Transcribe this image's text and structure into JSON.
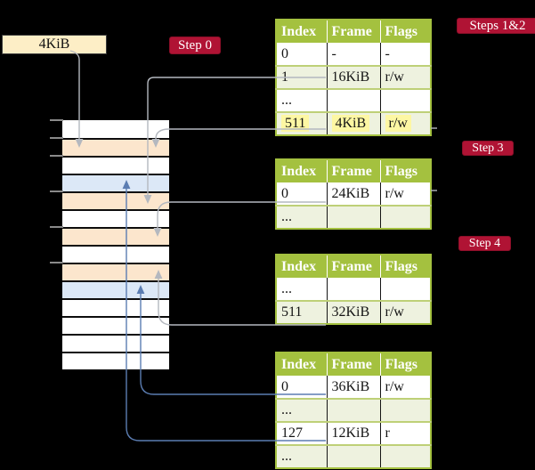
{
  "colors": {
    "background": "#000000",
    "table_header_bg": "#a4c13f",
    "table_header_text": "#ffffff",
    "table_row_bg": "#ffffff",
    "table_row_alt_bg": "#eef2df",
    "table_border_green": "#a4c13f",
    "table_row_divider_green": "#bed077",
    "highlight_yellow": "#fdf7a3",
    "badge_crimson": "#b01334",
    "badge_text": "#ffffff",
    "legend_box_wheat": "#fdeec6",
    "frame_peach": "#fce6cd",
    "frame_blue": "#dce8f7",
    "frame_white": "#ffffff",
    "arrow_gray": "#b4b8bf",
    "arrow_blue": "#5b7db2",
    "tick_gray": "#8a8a8a"
  },
  "legend_box": {
    "label": "4KiB"
  },
  "badges": {
    "step0": "Step 0",
    "steps12": "Steps 1&2",
    "step3": "Step 3",
    "step4": "Step 4"
  },
  "memory": {
    "description": "physical memory strip of 4KiB frames",
    "rows": [
      "white",
      "peach",
      "white",
      "blue",
      "peach",
      "white",
      "peach",
      "white",
      "peach",
      "blue",
      "white",
      "white",
      "white",
      "white"
    ],
    "tick_count": 6
  },
  "page_tables": [
    {
      "columns": [
        "Index",
        "Frame",
        "Flags"
      ],
      "rows": [
        {
          "cells": [
            "0",
            "-",
            "-"
          ],
          "shade": "plain",
          "highlight": false
        },
        {
          "cells": [
            "1",
            "16KiB",
            "r/w"
          ],
          "shade": "alt",
          "highlight": false
        },
        {
          "cells": [
            "...",
            "",
            ""
          ],
          "shade": "plain",
          "highlight": false
        },
        {
          "cells": [
            "511",
            "4KiB",
            "r/w"
          ],
          "shade": "alt",
          "highlight": true
        }
      ]
    },
    {
      "columns": [
        "Index",
        "Frame",
        "Flags"
      ],
      "rows": [
        {
          "cells": [
            "0",
            "24KiB",
            "r/w"
          ],
          "shade": "plain",
          "highlight": false
        },
        {
          "cells": [
            "...",
            "",
            ""
          ],
          "shade": "alt",
          "highlight": false
        }
      ]
    },
    {
      "columns": [
        "Index",
        "Frame",
        "Flags"
      ],
      "rows": [
        {
          "cells": [
            "...",
            "",
            ""
          ],
          "shade": "plain",
          "highlight": false
        },
        {
          "cells": [
            "511",
            "32KiB",
            "r/w"
          ],
          "shade": "alt",
          "highlight": false
        }
      ]
    },
    {
      "columns": [
        "Index",
        "Frame",
        "Flags"
      ],
      "rows": [
        {
          "cells": [
            "0",
            "36KiB",
            "r/w"
          ],
          "shade": "plain",
          "highlight": false
        },
        {
          "cells": [
            "...",
            "",
            ""
          ],
          "shade": "alt",
          "highlight": false
        },
        {
          "cells": [
            "127",
            "12KiB",
            "r"
          ],
          "shade": "plain",
          "highlight": false
        },
        {
          "cells": [
            "...",
            "",
            ""
          ],
          "shade": "alt",
          "highlight": false
        }
      ]
    }
  ],
  "arrows": [
    {
      "from": "4KiB legend box",
      "to": "memory frame 4KiB",
      "style": "gray"
    },
    {
      "from": "table1 entry 1 (16KiB)",
      "to": "memory frame 16KiB",
      "style": "gray"
    },
    {
      "from": "table1 entry 511 (4KiB)",
      "to": "memory frame 4KiB",
      "style": "gray"
    },
    {
      "from": "table2 entry 0 (24KiB)",
      "to": "memory frame 24KiB",
      "style": "gray"
    },
    {
      "from": "table3 entry 511 (32KiB)",
      "to": "memory frame 32KiB",
      "style": "gray"
    },
    {
      "from": "table4 entry 0 (36KiB)",
      "to": "memory frame 36KiB",
      "style": "blue"
    },
    {
      "from": "table4 entry 127 (12KiB)",
      "to": "memory frame 12KiB",
      "style": "blue"
    }
  ]
}
